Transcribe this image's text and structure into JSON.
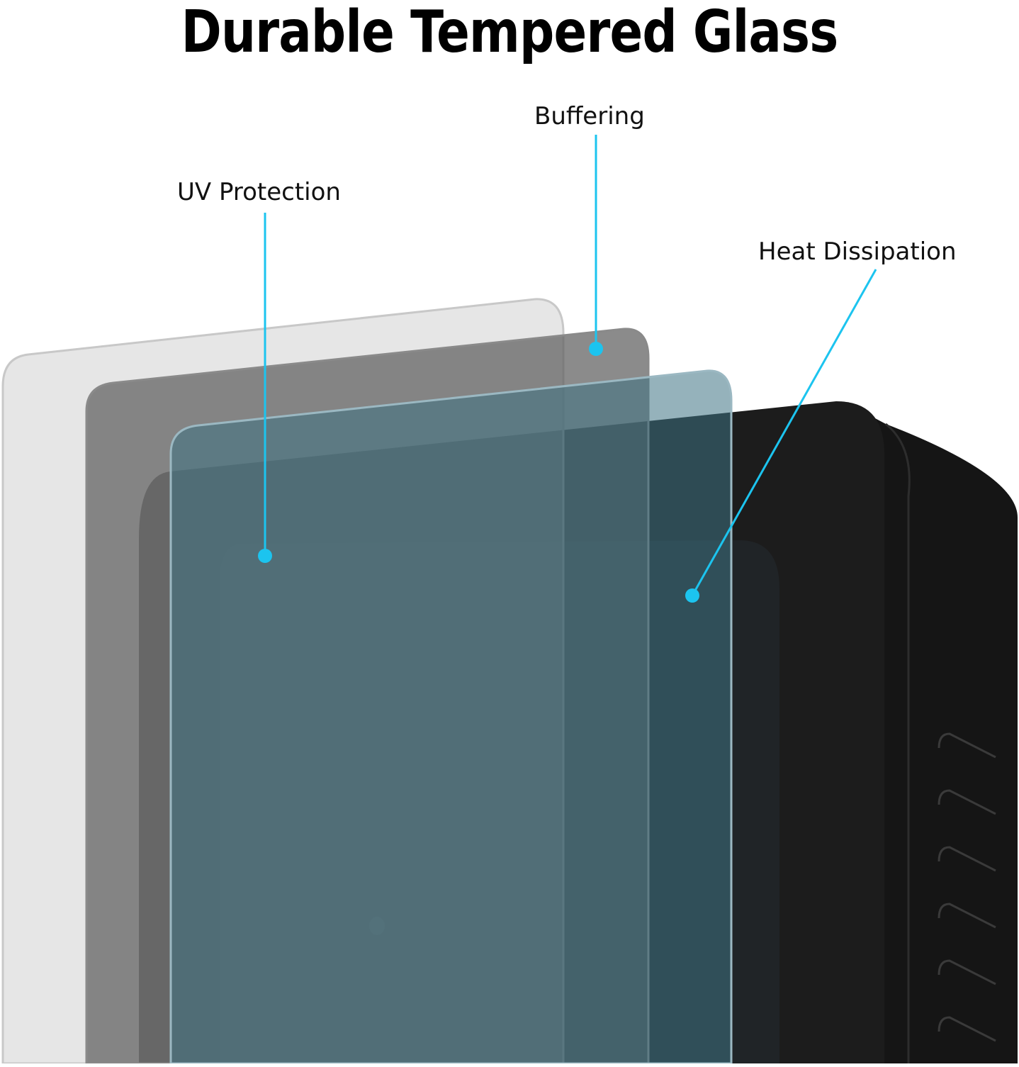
{
  "title": "Durable Tempered Glass",
  "callouts": {
    "uv": "UV Protection",
    "buffering": "Buffering",
    "heat": "Heat Dissipation"
  },
  "colors": {
    "callout_line": "#1cc4ef",
    "device_body": "#1c1c1c",
    "layer_clear": "#e6e6e6",
    "layer_gray": "#7d7d7d",
    "layer_blue": "#5d8a98"
  }
}
